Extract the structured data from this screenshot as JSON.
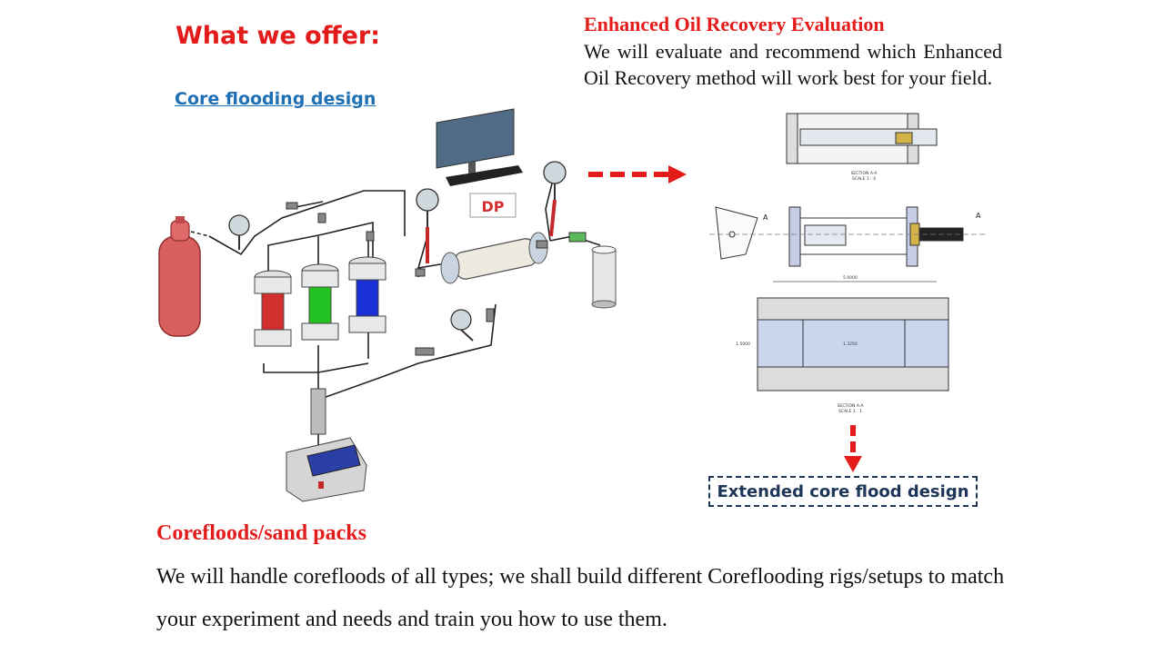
{
  "header": {
    "title": "What we offer:",
    "core_link": "Core flooding design"
  },
  "eor": {
    "heading": "Enhanced Oil Recovery Evaluation",
    "body": "We will evaluate and recommend which Enhanced Oil Recovery method will work best for your field."
  },
  "diagram": {
    "dp_label": "DP",
    "section_label_1": "SECTION A-A",
    "scale_label_1": "SCALE 1 : 4",
    "section_label_2": "SECTION A-A",
    "scale_label_2": "SCALE 1 : 1",
    "dim_length": "5.0000",
    "dim_outer": "1.5000",
    "dim_inner": "1.3250",
    "marker_a_left": "A",
    "marker_a_right": "A"
  },
  "extended": {
    "label": "Extended core flood design"
  },
  "corefloods": {
    "heading": "Corefloods/sand packs",
    "body": "We will handle corefloods of all types; we shall build different Coreflooding rigs/setups to match your experiment and needs and train you how to use them."
  },
  "colors": {
    "accent_red": "#e31b1b",
    "link_blue": "#1f6fb5",
    "navy": "#1d3557"
  }
}
